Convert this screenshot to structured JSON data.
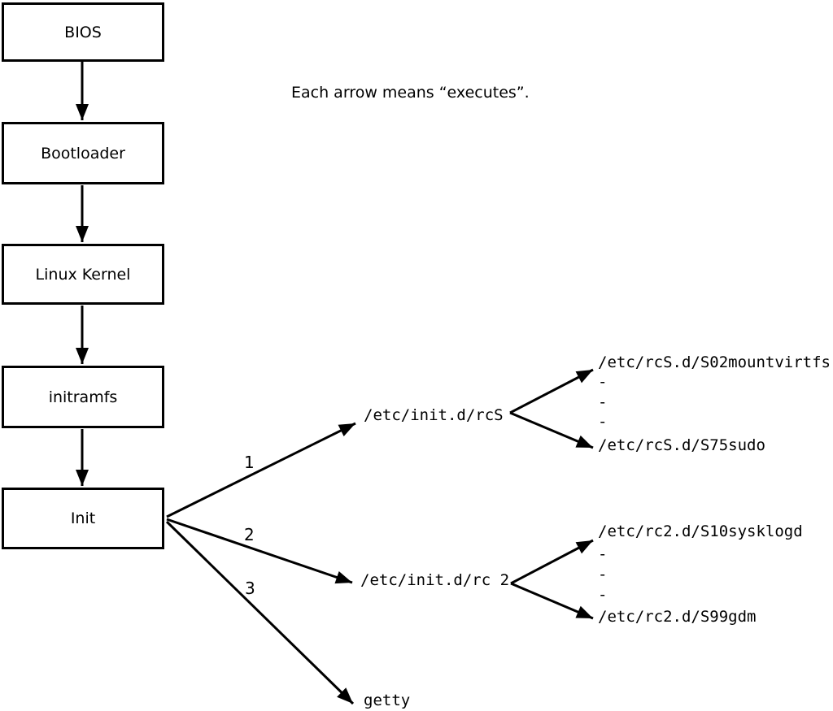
{
  "annotation": "Each arrow means “executes”.",
  "colors": {
    "line": "#000000",
    "background": "#ffffff"
  },
  "boot_chain": {
    "boxes": [
      {
        "label": "BIOS"
      },
      {
        "label": "Bootloader"
      },
      {
        "label": "Linux Kernel"
      },
      {
        "label": "initramfs"
      },
      {
        "label": "Init"
      }
    ]
  },
  "branches": [
    {
      "number": "1",
      "target": "/etc/init.d/rcS",
      "scripts": {
        "first": "/etc/rcS.d/S02mountvirtfs",
        "ellipsis": [
          "-",
          "-",
          "-"
        ],
        "last": "/etc/rcS.d/S75sudo"
      }
    },
    {
      "number": "2",
      "target": "/etc/init.d/rc 2",
      "scripts": {
        "first": "/etc/rc2.d/S10sysklogd",
        "ellipsis": [
          "-",
          "-",
          "-"
        ],
        "last": "/etc/rc2.d/S99gdm"
      }
    },
    {
      "number": "3",
      "target": "getty"
    }
  ]
}
